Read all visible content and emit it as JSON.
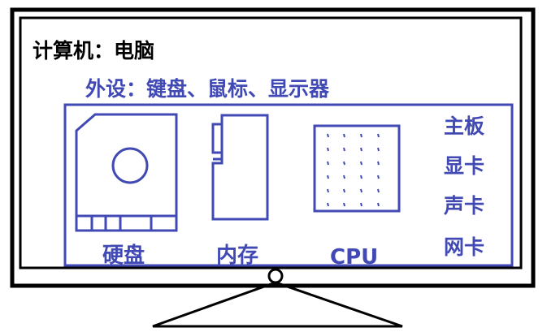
{
  "colors": {
    "frame": "#000000",
    "accent": "#4049b4",
    "background": "#ffffff"
  },
  "title": "计算机：电脑",
  "peripherals": "外设：键盘、鼠标、显示器",
  "components": {
    "hard_disk": "硬盘",
    "memory": "内存",
    "cpu": "CPU",
    "side": [
      "主板",
      "显卡",
      "声卡",
      "网卡"
    ]
  }
}
